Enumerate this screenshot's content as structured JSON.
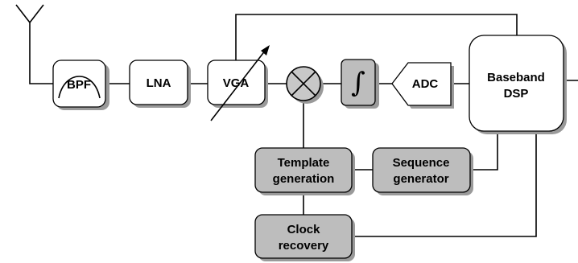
{
  "diagram": {
    "blocks": {
      "bpf": "BPF",
      "lna": "LNA",
      "vga": "VGA",
      "adc": "ADC",
      "integrator": "∫",
      "baseband_line1": "Baseband",
      "baseband_line2": "DSP",
      "template_line1": "Template",
      "template_line2": "generation",
      "sequence_line1": "Sequence",
      "sequence_line2": "generator",
      "clock_line1": "Clock",
      "clock_line2": "recovery"
    },
    "colors": {
      "grey_block_fill": "#bdbdbd",
      "white_block_fill": "#ffffff",
      "line_color": "#000000"
    }
  }
}
